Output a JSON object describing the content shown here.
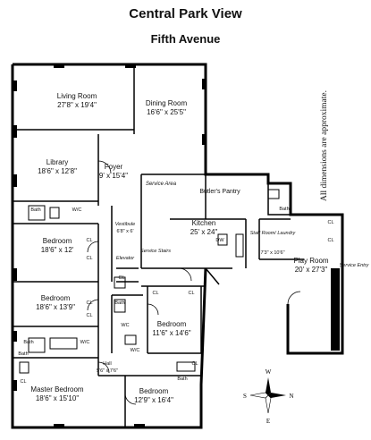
{
  "header": {
    "title": "Central Park View",
    "subtitle": "Fifth Avenue"
  },
  "note": "All dimensions are approximate.",
  "rooms": {
    "living_room": {
      "name": "Living Room",
      "dims": "27'8\" x 19'4\""
    },
    "dining_room": {
      "name": "Dining Room",
      "dims": "16'6\" x 25'5\""
    },
    "library": {
      "name": "Library",
      "dims": "18'6\" x 12'8\""
    },
    "foyer": {
      "name": "Foyer",
      "dims": "9' x 15'4\""
    },
    "service_area": {
      "name": "Service Area"
    },
    "butlers_pantry": {
      "name": "Butler's Pantry"
    },
    "kitchen": {
      "name": "Kitchen",
      "dims": "25' x 24\""
    },
    "vestibule": {
      "name": "Vestibule",
      "dims": "6'8\" x 6'"
    },
    "elevator": {
      "name": "Elevator"
    },
    "service_stairs": {
      "name": "Service Stairs"
    },
    "bedroom1": {
      "name": "Bedroom",
      "dims": "18'6\" x 12'"
    },
    "bedroom2": {
      "name": "Bedroom",
      "dims": "18'6\" x 13'9\""
    },
    "bedroom3": {
      "name": "Bedroom",
      "dims": "11'6\" x 14'6\""
    },
    "hall": {
      "name": "Hall",
      "dims": "5'6\" x 7'6\""
    },
    "master_bedroom": {
      "name": "Master Bedroom",
      "dims": "18'6\" x 15'10\""
    },
    "bedroom4": {
      "name": "Bedroom",
      "dims": "12'9\" x 16'4\""
    },
    "staff_room": {
      "name": "Staff Room/ Laundry",
      "dims": "7'3\" x 10'6\""
    },
    "play_room": {
      "name": "Play Room",
      "dims": "20' x 27'3\""
    },
    "service_entry": {
      "name": "Service Entry"
    }
  },
  "small_labels": {
    "bath": "Bath",
    "wic": "W/C",
    "cl": "CL",
    "dw": "DW",
    "wc": "WC"
  },
  "compass": {
    "w": "W",
    "e": "E",
    "s": "S",
    "n": "N"
  }
}
